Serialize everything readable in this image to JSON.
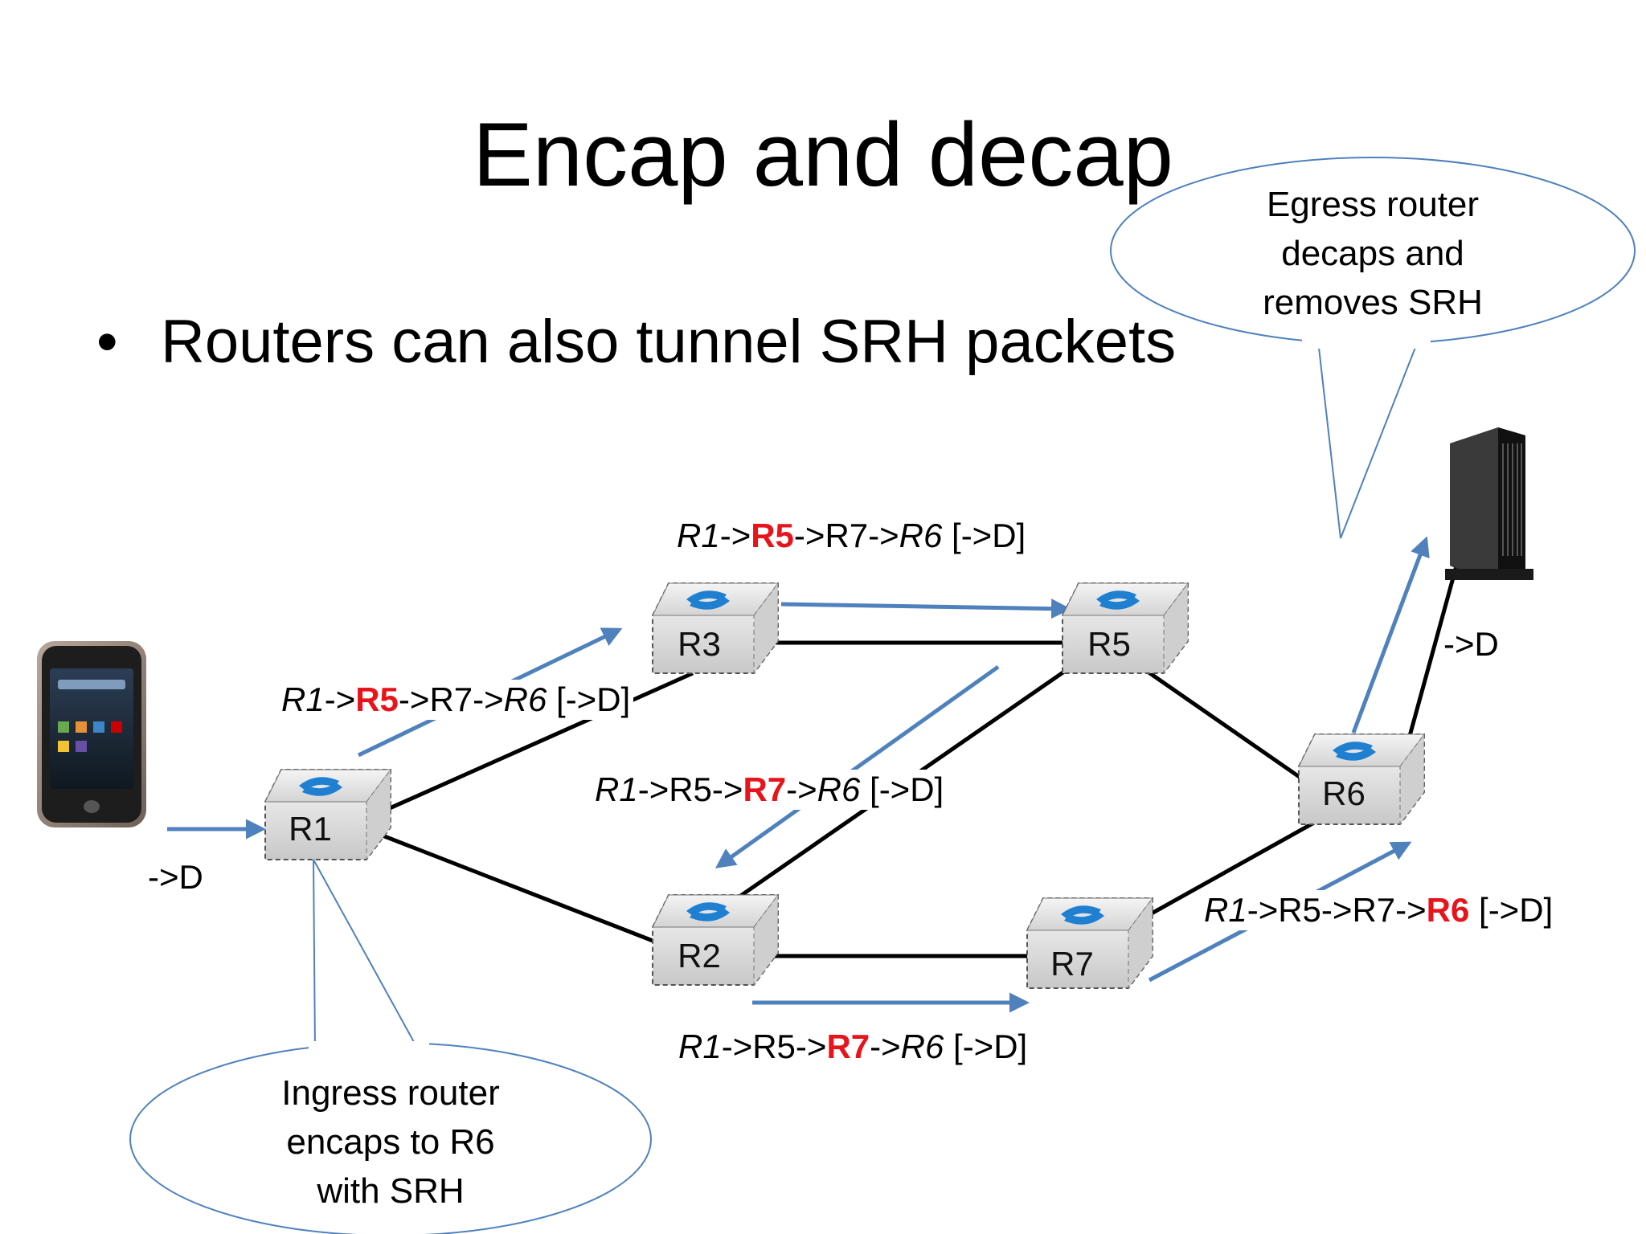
{
  "title": "Encap and decap",
  "bullet": "Routers can also tunnel SRH packets",
  "colors": {
    "accent_arrow": "#4f81bd",
    "highlight_hop": "#e8141b",
    "link": "#000000"
  },
  "routers": {
    "r1": "R1",
    "r2": "R2",
    "r3": "R3",
    "r5": "R5",
    "r6": "R6",
    "r7": "R7"
  },
  "destination_labels": {
    "phone": "->D",
    "server": "->D"
  },
  "path_labels": {
    "r1_to_r3": {
      "h1": "R1",
      "h2": "R5",
      "h3": "R7",
      "h4": "R6",
      "dest": "[->D]"
    },
    "r3_to_r5": {
      "h1": "R1",
      "h2": "R5",
      "h3": "R7",
      "h4": "R6",
      "dest": "[->D]"
    },
    "r5_to_r2": {
      "h1": "R1",
      "h2": "R5",
      "h3": "R7",
      "h4": "R6",
      "dest": "[->D]"
    },
    "r2_to_r7": {
      "h1": "R1",
      "h2": "R5",
      "h3": "R7",
      "h4": "R6",
      "dest": "[->D]"
    },
    "r7_to_r6": {
      "h1": "R1",
      "h2": "R5",
      "h3": "R7",
      "h4": "R6",
      "dest": "[->D]"
    },
    "arrow": "->"
  },
  "callouts": {
    "egress": [
      "Egress router",
      "decaps and",
      "removes SRH"
    ],
    "ingress": [
      "Ingress router",
      "encaps to R6",
      "with SRH"
    ]
  },
  "icons": [
    "smartphone-icon",
    "router-icon",
    "server-tower-icon"
  ]
}
